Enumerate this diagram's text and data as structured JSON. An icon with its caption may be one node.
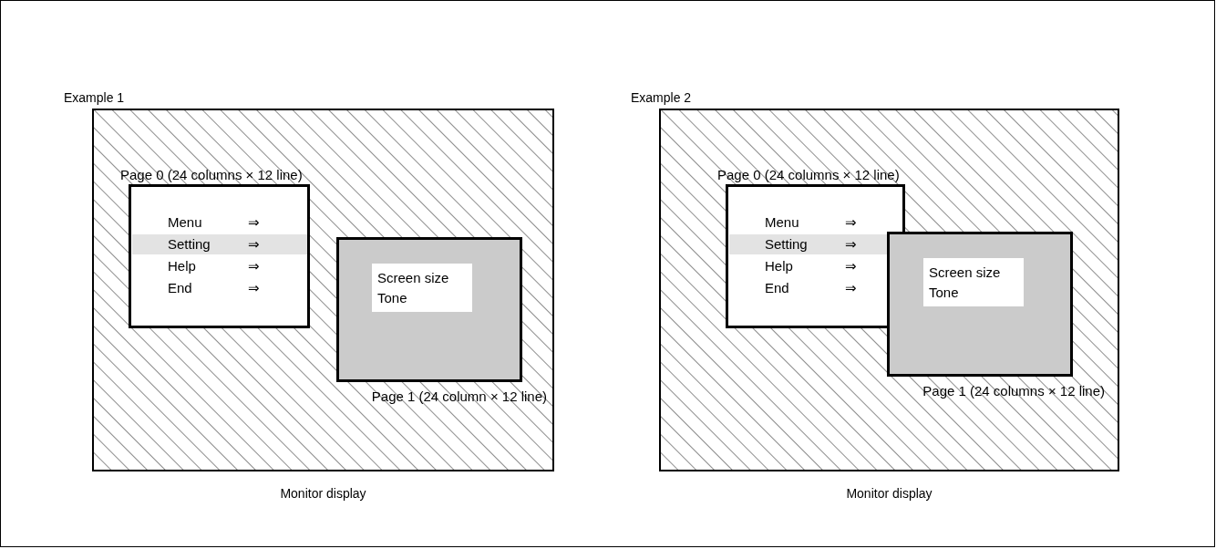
{
  "diagram": {
    "nodes": [
      {
        "text": [
          "Example 1"
        ],
        "beside": [
          "Monitor display"
        ]
      },
      {
        "text": [
          "Page 0 (24 columns × 12 line)",
          "Menu",
          "⇒",
          "Setting",
          "⇒",
          "Help",
          "⇒",
          "End",
          "⇒"
        ],
        "in": 0
      },
      {
        "text": [
          "Page 1 (24 column × 12 line)"
        ],
        "in": 0
      },
      {
        "text": [
          "Screen size",
          "Tone"
        ],
        "in": 2
      },
      {
        "text": [
          "Example 2"
        ],
        "beside": [
          "Monitor display"
        ]
      },
      {
        "text": [
          "Page 0 (24 columns × 12 line)",
          "Menu",
          "⇒",
          "Setting",
          "⇒",
          "Help",
          "⇒",
          "End",
          "⇒"
        ],
        "in": 4
      },
      {
        "text": [
          "Page 1 (24 columns × 12 line)"
        ],
        "in": 4
      },
      {
        "text": [
          "Screen size",
          "Tone"
        ],
        "in": 6
      }
    ]
  }
}
